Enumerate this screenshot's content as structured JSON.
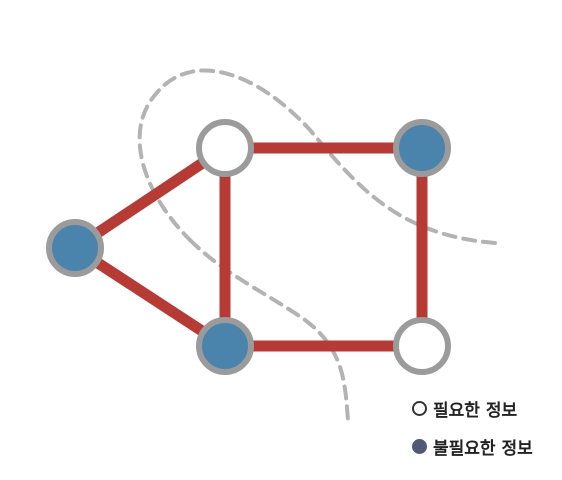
{
  "legend": {
    "needed_label": "필요한 정보",
    "unneeded_label": "불필요한 정보"
  },
  "colors": {
    "edge": "#b83a35",
    "node_stroke": "#9b9b9b",
    "node_needed_fill": "#ffffff",
    "node_unneeded_fill": "#4a84ad",
    "boundary": "#b3b3b3",
    "legend_needed_stroke": "#333333",
    "legend_unneeded_fill": "#505a78"
  },
  "graph": {
    "nodes": [
      {
        "id": "a",
        "kind": "unneeded"
      },
      {
        "id": "b",
        "kind": "needed"
      },
      {
        "id": "c",
        "kind": "unneeded"
      },
      {
        "id": "d",
        "kind": "unneeded"
      },
      {
        "id": "e",
        "kind": "needed"
      }
    ],
    "edges": [
      [
        "a",
        "b"
      ],
      [
        "a",
        "d"
      ],
      [
        "b",
        "c"
      ],
      [
        "b",
        "d"
      ],
      [
        "c",
        "e"
      ],
      [
        "d",
        "e"
      ]
    ]
  }
}
